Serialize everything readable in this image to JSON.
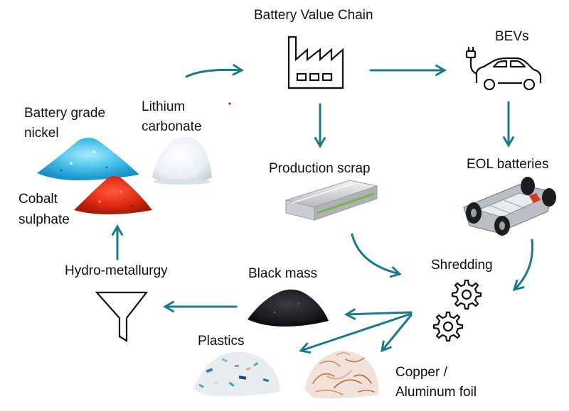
{
  "diagram": {
    "arrow_color": "#1a7a8a",
    "labels": {
      "battery_value_chain": "Battery Value Chain",
      "bevs": "BEVs",
      "battery_grade_nickel_line1": "Battery grade",
      "battery_grade_nickel_line2": "nickel",
      "lithium_carbonate_line1": "Lithium",
      "lithium_carbonate_line2": "carbonate",
      "production_scrap": "Production scrap",
      "eol_batteries": "EOL batteries",
      "cobalt_sulphate_line1": "Cobalt",
      "cobalt_sulphate_line2": "sulphate",
      "shredding": "Shredding",
      "hydro_metallurgy": "Hydro-metallurgy",
      "black_mass": "Black mass",
      "plastics": "Plastics",
      "copper_aluminum_line1": "Copper /",
      "copper_aluminum_line2": "Aluminum foil"
    },
    "icons": [
      "factory-icon",
      "car-icon",
      "gears-icon",
      "funnel-icon"
    ]
  }
}
